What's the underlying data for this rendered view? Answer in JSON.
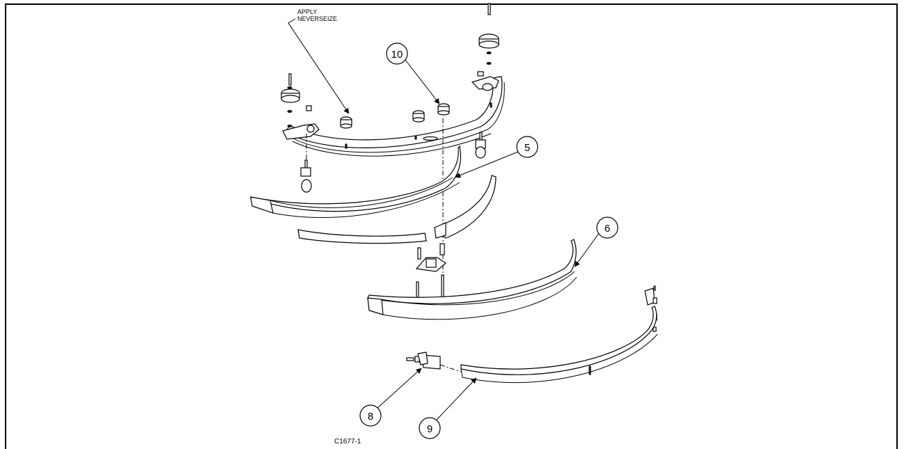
{
  "note": {
    "line1": "APPLY",
    "line2": "NEVERSEIZE"
  },
  "callouts": [
    "10",
    "5",
    "6",
    "8",
    "9"
  ],
  "drawing_number": "C1677-1"
}
